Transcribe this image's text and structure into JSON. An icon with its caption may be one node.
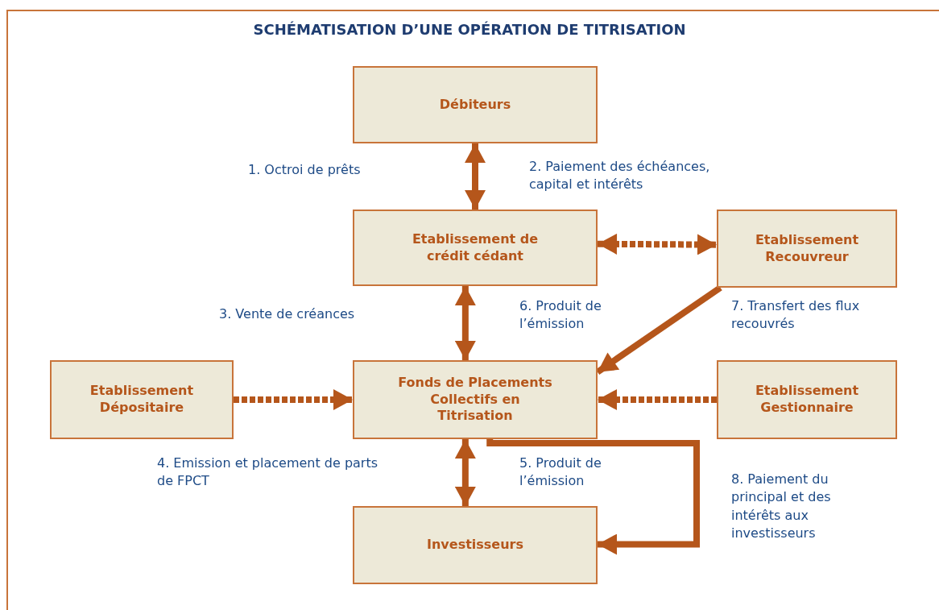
{
  "diagram": {
    "title": "SCHÉMATISATION D’UNE OPÉRATION DE TITRISATION",
    "nodes": [
      {
        "text": [
          "Débiteurs"
        ]
      },
      {
        "text": [
          "Etablissement de crédit cédant"
        ]
      },
      {
        "text": [
          "Etablissement Recouvreur"
        ]
      },
      {
        "text": [
          "Etablissement Dépositaire"
        ]
      },
      {
        "text": [
          "Fonds de Placements Collectifs en Titrisation"
        ]
      },
      {
        "text": [
          "Etablissement Gestionnaire"
        ]
      },
      {
        "text": [
          "Investisseurs"
        ]
      }
    ],
    "edges": [
      {
        "from": 0,
        "to": 1,
        "arrow": "both"
      },
      {
        "from": 1,
        "to": 2,
        "arrow": "both",
        "style": "dashed"
      },
      {
        "from": 1,
        "to": 4,
        "arrow": "both"
      },
      {
        "from": 2,
        "to": 4,
        "arrow": "to"
      },
      {
        "from": 3,
        "to": 4,
        "arrow": "to",
        "style": "dashed"
      },
      {
        "from": 5,
        "to": 4,
        "arrow": "to",
        "style": "dashed"
      },
      {
        "from": 4,
        "to": 6,
        "arrow": "both"
      },
      {
        "from": 4,
        "to": 6,
        "arrow": "to"
      }
    ],
    "labels": [
      "1. Octroi de prêts",
      "2. Paiement des échéances, capital et intérêts",
      "3. Vente de créances",
      "6. Produit de l’émission",
      "7. Transfert des flux recouvrés",
      "4. Emission et placement de parts de FPCT",
      "5. Produit de l’émission",
      "8. Paiement du principal et des intérêts aux investisseurs"
    ]
  }
}
